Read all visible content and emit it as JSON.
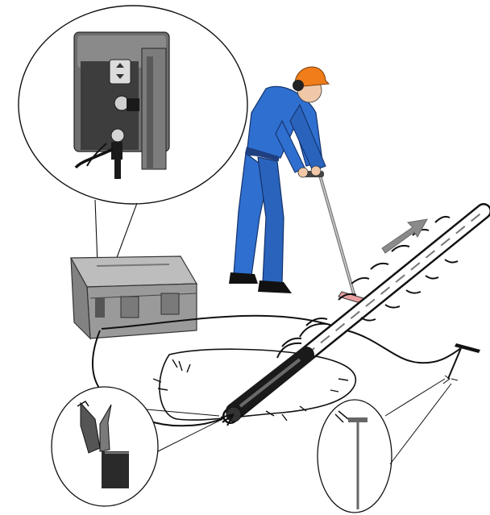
{
  "illustration": {
    "elements": [
      "callout-detail-panel",
      "transmitter-case",
      "operator-with-locator",
      "cable-direction-arrow",
      "exposed-cable-in-excavation",
      "callout-alligator-clip",
      "callout-ground-stake"
    ]
  },
  "colors": {
    "operator_suit": "#2f6fcf",
    "helmet": "#f07d1a",
    "case_body": "#9a9a9a",
    "arrow": "#8a8a8a",
    "ink": "#111111"
  }
}
